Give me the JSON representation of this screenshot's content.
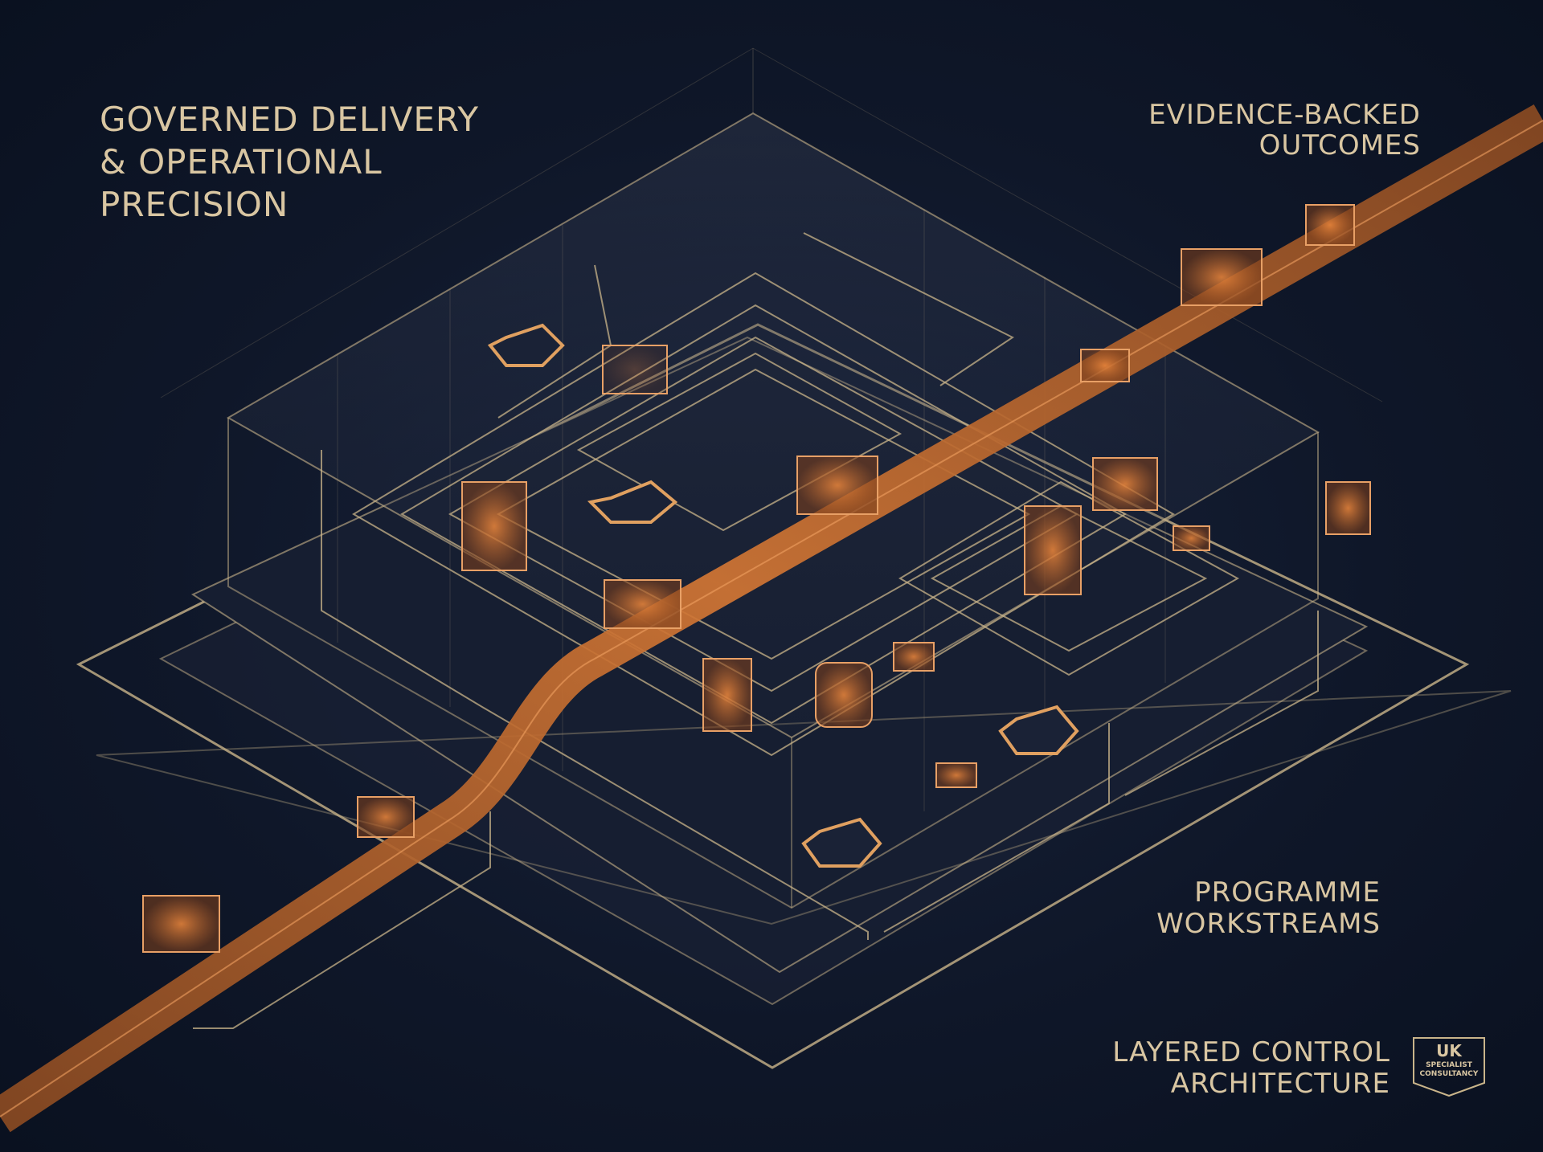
{
  "labels": {
    "top_left": [
      "GOVERNED DELIVERY",
      "& OPERATIONAL",
      "PRECISION"
    ],
    "top_right": [
      "EVIDENCE-BACKED",
      "OUTCOMES"
    ],
    "middle_right": [
      "PROGRAMME",
      "WORKSTREAMS"
    ],
    "bottom_right": [
      "LAYERED CONTROL",
      "ARCHITECTURE"
    ]
  },
  "badge": {
    "title": "UK",
    "subtitle_1": "SPECIALIST",
    "subtitle_2": "CONSULTANCY"
  },
  "colors": {
    "background": "#0f1729",
    "gold": "#c9b48a",
    "accent": "#d9773a",
    "text": "#d9c6a2"
  }
}
